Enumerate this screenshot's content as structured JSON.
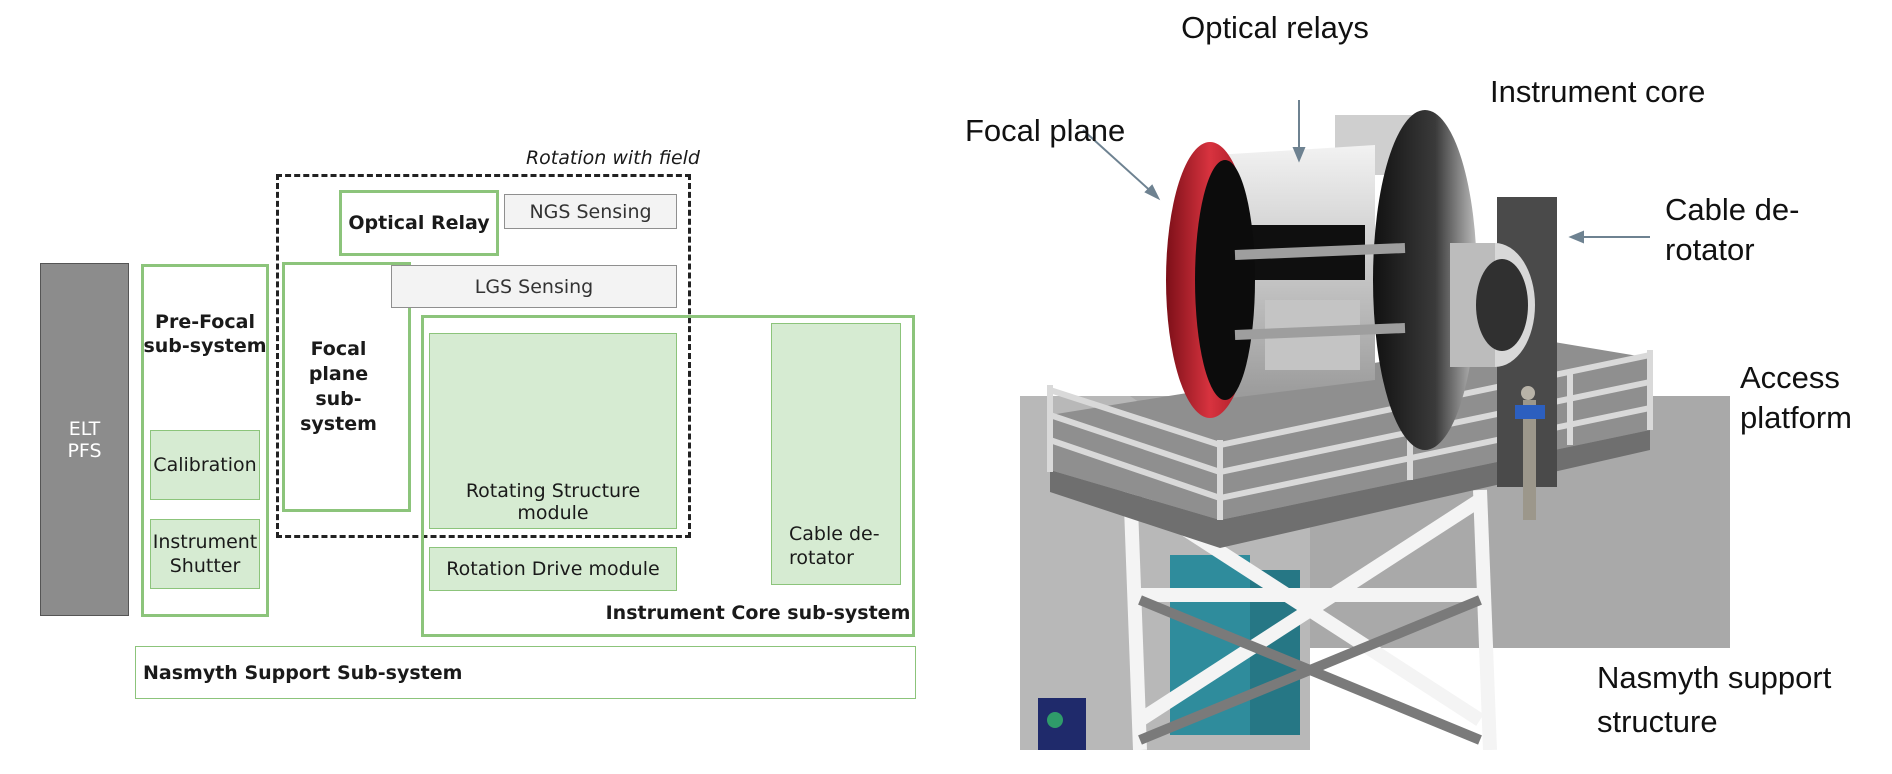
{
  "block_diagram": {
    "elt_pfs": "ELT\nPFS",
    "pre_focal": "Pre-Focal\nsub-system",
    "calibration": "Calibration",
    "instrument_shutter": "Instrument\nShutter",
    "focal_plane": "Focal\nplane\nsub-\nsystem",
    "optical_relay": "Optical Relay",
    "ngs_sensing": "NGS Sensing",
    "lgs_sensing": "LGS Sensing",
    "rotation_with_field": "Rotation with field",
    "rotating_structure": "Rotating Structure module",
    "rotation_drive": "Rotation Drive module",
    "cable_derotator": "Cable de-\nrotator",
    "instrument_core": "Instrument Core sub-system",
    "nasmyth_support": "Nasmyth Support Sub-system"
  },
  "render_callouts": {
    "optical_relays": "Optical relays",
    "instrument_core": "Instrument core",
    "focal_plane": "Focal plane",
    "cable_derotator": "Cable de-\nrotator",
    "access_platform": "Access\nplatform",
    "nasmyth_support": "Nasmyth support\nstructure"
  },
  "colors": {
    "green_border": "#8cc47b",
    "green_fill": "#d6ebd2",
    "elt_grey": "#8c8c8c",
    "focal_red": "#c8202f",
    "platform_grey": "#9b9b9b",
    "teal_blocks": "#2f8c9c"
  }
}
